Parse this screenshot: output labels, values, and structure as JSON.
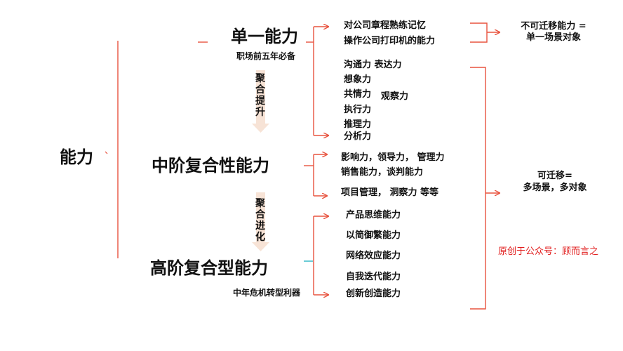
{
  "root": "能力",
  "levels": {
    "single": {
      "title": "单一能力",
      "note": "职场前五年必备"
    },
    "mid": {
      "title": "中阶复合性能力"
    },
    "high": {
      "title": "高阶复合型能力",
      "note": "中年危机转型利器"
    }
  },
  "transitions": {
    "first": "聚合提升",
    "second": "聚合进化"
  },
  "items": {
    "single_top": [
      "对公司章程熟练记忆",
      "操作公司打印机的能力"
    ],
    "single_soft": [
      "沟通力 表达力",
      "想象力",
      "共情力",
      "观察力",
      "执行力",
      "推理力",
      "分析力"
    ],
    "mid": [
      "影响力，领导力， 管理力",
      "销售能力，谈判能力",
      "项目管理， 洞察力 等等"
    ],
    "high": [
      "产品思维能力",
      "以简御繁能力",
      "网络效应能力",
      "自我迭代能力",
      "创新创造能力"
    ]
  },
  "conclusions": {
    "non_transferable": [
      "不可迁移能力 =",
      "单一场景对象"
    ],
    "transferable": [
      "可迁移=",
      "多场景，多对象"
    ]
  },
  "credit": "原创于公众号：顾而言之",
  "colors": {
    "line": "#e8533f",
    "arrow_fill": "#f7e3d6",
    "credit": "#e11d1d",
    "accent": "#2bb7c4"
  }
}
